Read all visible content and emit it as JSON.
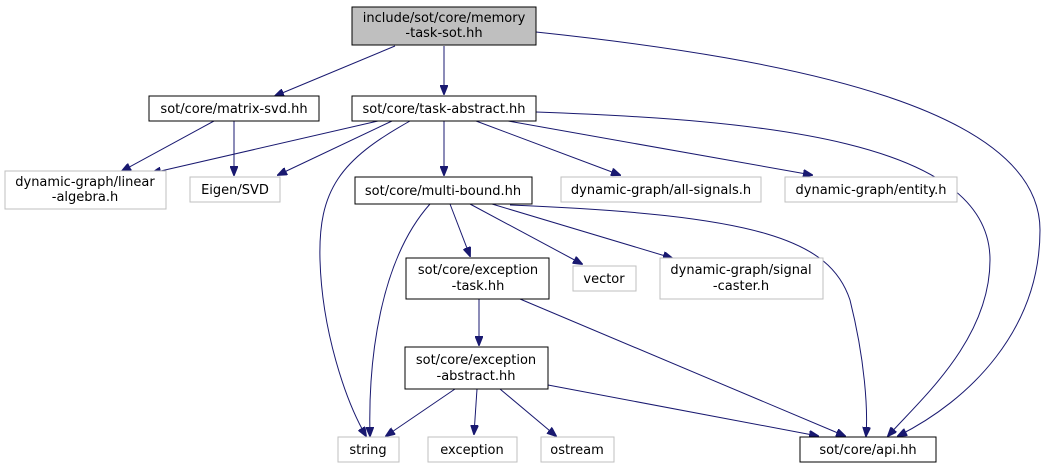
{
  "diagram": {
    "nodes": [
      {
        "id": "root",
        "lines": [
          "include/sot/core/memory",
          "-task-sot.hh"
        ]
      },
      {
        "id": "matrix_svd",
        "lines": [
          "sot/core/matrix-svd.hh"
        ]
      },
      {
        "id": "task_abstract",
        "lines": [
          "sot/core/task-abstract.hh"
        ]
      },
      {
        "id": "linear_algebra",
        "lines": [
          "dynamic-graph/linear",
          "-algebra.h"
        ]
      },
      {
        "id": "eigen_svd",
        "lines": [
          "Eigen/SVD"
        ]
      },
      {
        "id": "multi_bound",
        "lines": [
          "sot/core/multi-bound.hh"
        ]
      },
      {
        "id": "all_signals",
        "lines": [
          "dynamic-graph/all-signals.h"
        ]
      },
      {
        "id": "entity",
        "lines": [
          "dynamic-graph/entity.h"
        ]
      },
      {
        "id": "exception_task",
        "lines": [
          "sot/core/exception",
          "-task.hh"
        ]
      },
      {
        "id": "vector",
        "lines": [
          "vector"
        ]
      },
      {
        "id": "signal_caster",
        "lines": [
          "dynamic-graph/signal",
          "-caster.h"
        ]
      },
      {
        "id": "exception_abstract",
        "lines": [
          "sot/core/exception",
          "-abstract.hh"
        ]
      },
      {
        "id": "string",
        "lines": [
          "string"
        ]
      },
      {
        "id": "exception",
        "lines": [
          "exception"
        ]
      },
      {
        "id": "ostream",
        "lines": [
          "ostream"
        ]
      },
      {
        "id": "api",
        "lines": [
          "sot/core/api.hh"
        ]
      }
    ],
    "edges": [
      [
        "root",
        "matrix_svd"
      ],
      [
        "root",
        "task_abstract"
      ],
      [
        "root",
        "api"
      ],
      [
        "matrix_svd",
        "linear_algebra"
      ],
      [
        "matrix_svd",
        "eigen_svd"
      ],
      [
        "task_abstract",
        "linear_algebra"
      ],
      [
        "task_abstract",
        "eigen_svd"
      ],
      [
        "task_abstract",
        "string"
      ],
      [
        "task_abstract",
        "multi_bound"
      ],
      [
        "task_abstract",
        "all_signals"
      ],
      [
        "task_abstract",
        "entity"
      ],
      [
        "task_abstract",
        "api"
      ],
      [
        "multi_bound",
        "string"
      ],
      [
        "multi_bound",
        "exception_task"
      ],
      [
        "multi_bound",
        "vector"
      ],
      [
        "multi_bound",
        "signal_caster"
      ],
      [
        "multi_bound",
        "api"
      ],
      [
        "exception_task",
        "exception_abstract"
      ],
      [
        "exception_task",
        "api"
      ],
      [
        "exception_abstract",
        "string"
      ],
      [
        "exception_abstract",
        "exception"
      ],
      [
        "exception_abstract",
        "ostream"
      ],
      [
        "exception_abstract",
        "api"
      ]
    ]
  }
}
